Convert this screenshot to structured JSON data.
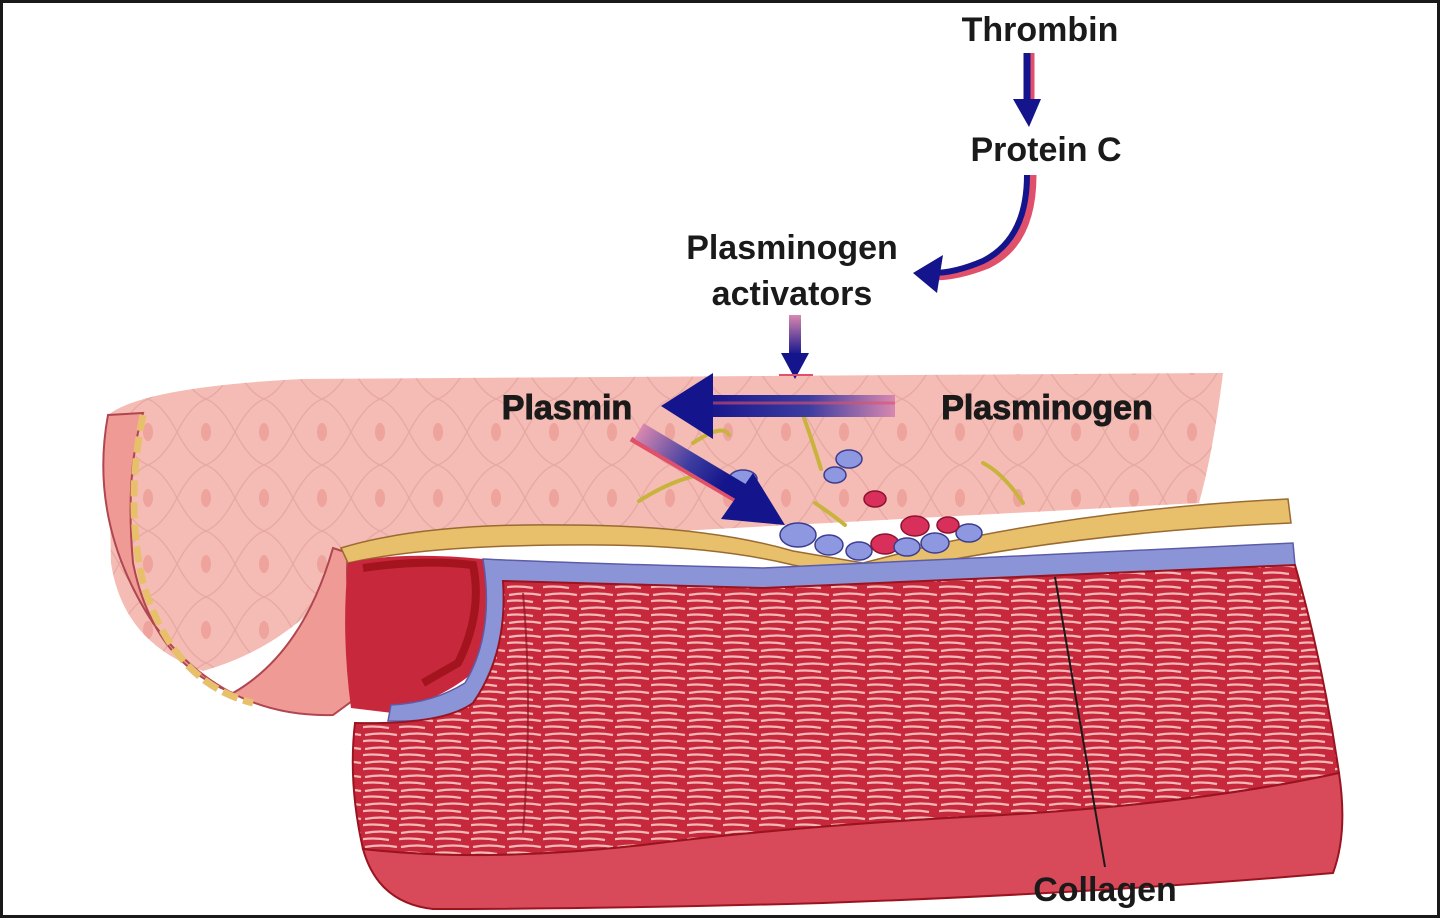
{
  "labels": {
    "thrombin": "Thrombin",
    "protein_c": "Protein C",
    "plasminogen_activators_line1": "Plasminogen",
    "plasminogen_activators_line2": "activators",
    "plasmin": "Plasmin",
    "plasminogen": "Plasminogen",
    "collagen": "Collagen"
  },
  "colors": {
    "arrow": "#14148c",
    "arrow_shadow": "#e0506a",
    "tissue_light": "#f6c4bc",
    "tissue_mid": "#ec8c86",
    "muscle": "#c8283c",
    "muscle_dark": "#a4141e",
    "lumen": "#f2b0aa",
    "collagen_layer": "#8c94d8",
    "endothelium": "#e8c06c",
    "cell_blue": "#8e98e0",
    "cell_red": "#d8305a",
    "fibrin": "#c8b43c"
  }
}
